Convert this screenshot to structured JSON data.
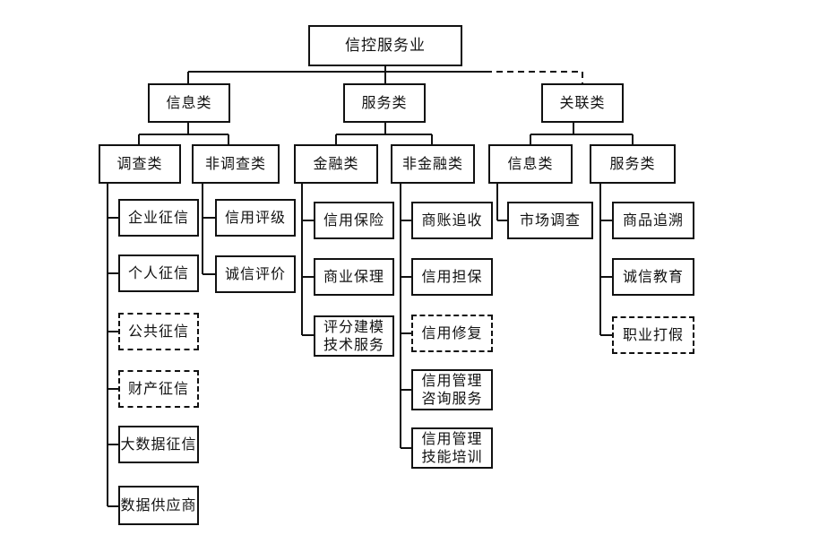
{
  "root": "信控服务业",
  "categories": {
    "info": "信息类",
    "service": "服务类",
    "related": "关联类"
  },
  "info": {
    "survey": "调查类",
    "non_survey": "非调查类",
    "survey_items": [
      "企业征信",
      "个人征信",
      "公共征信",
      "财产征信",
      "大数据征信",
      "数据供应商"
    ],
    "non_survey_items": [
      "信用评级",
      "诚信评价"
    ]
  },
  "service": {
    "finance": "金融类",
    "non_finance": "非金融类",
    "finance_items": [
      "信用保险",
      "商业保理",
      "评分建模\n技术服务"
    ],
    "non_finance_items": [
      "商账追收",
      "信用担保",
      "信用修复",
      "信用管理\n咨询服务",
      "信用管理\n技能培训"
    ]
  },
  "related": {
    "info": "信息类",
    "service": "服务类",
    "info_items": [
      "市场调查"
    ],
    "service_items": [
      "商品追溯",
      "诚信教育",
      "职业打假"
    ]
  }
}
